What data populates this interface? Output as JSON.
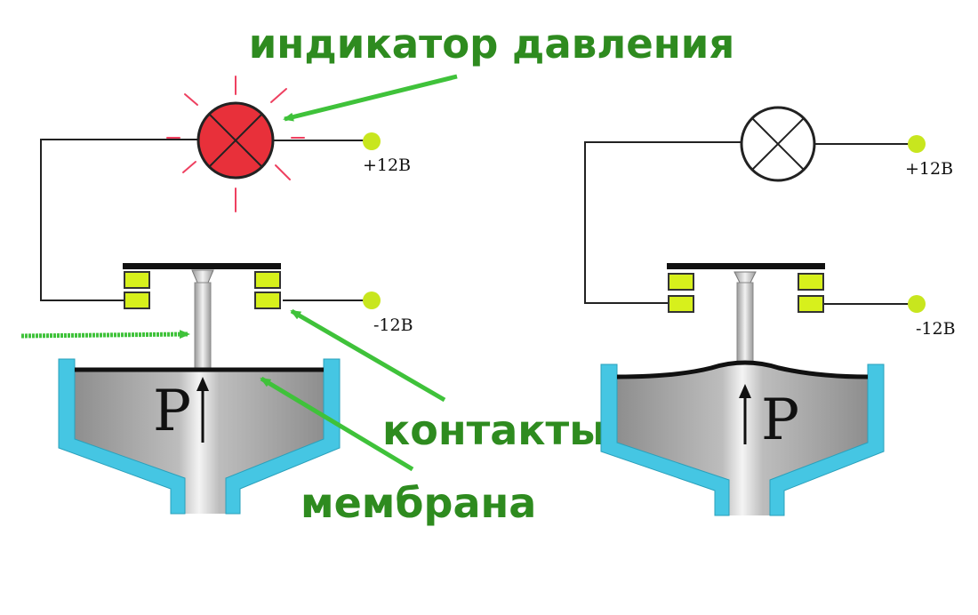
{
  "labels": {
    "indicator": "индикатор давления",
    "contacts": "контакты",
    "membrane": "мембрана"
  },
  "left_circuit": {
    "plus": "+12В",
    "minus": "-12В",
    "pressure": "P",
    "lamp_state": "on"
  },
  "right_circuit": {
    "plus": "+12В",
    "minus": "-12В",
    "pressure": "P",
    "lamp_state": "off"
  },
  "colors": {
    "label_green": "#2e8b1f",
    "arrow_green": "#3fc23a",
    "lamp_on": "#e8303a",
    "ray_red": "#ee4060",
    "terminal": "#c8e61e",
    "contact_block": "#d7f01c",
    "chamber_wall": "#45c6e3",
    "fluid_gray": "#a3a3a3"
  }
}
